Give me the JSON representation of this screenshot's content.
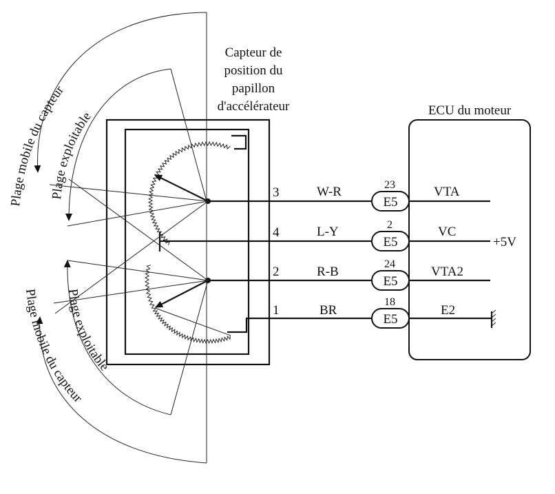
{
  "sensor": {
    "title_lines": [
      "Capteur de",
      "position du",
      "papillon",
      "d'accélérateur"
    ]
  },
  "ecu": {
    "title": "ECU du moteur"
  },
  "arcs": {
    "upper_outer": "Plage mobile du capteur",
    "upper_inner": "Plage exploitable",
    "lower_outer": "Plage mobile du capteur",
    "lower_inner": "Plage exploitable"
  },
  "rows": [
    {
      "sensor_pin": "3",
      "wire": "W-R",
      "connector": "E5",
      "ecu_pin": "23",
      "signal": "VTA"
    },
    {
      "sensor_pin": "4",
      "wire": "L-Y",
      "connector": "E5",
      "ecu_pin": "2",
      "signal": "VC",
      "supply": "+5V"
    },
    {
      "sensor_pin": "2",
      "wire": "R-B",
      "connector": "E5",
      "ecu_pin": "24",
      "signal": "VTA2"
    },
    {
      "sensor_pin": "1",
      "wire": "BR",
      "connector": "E5",
      "ecu_pin": "18",
      "signal": "E2"
    }
  ],
  "colors": {
    "line": "#111111",
    "background": "#ffffff"
  }
}
